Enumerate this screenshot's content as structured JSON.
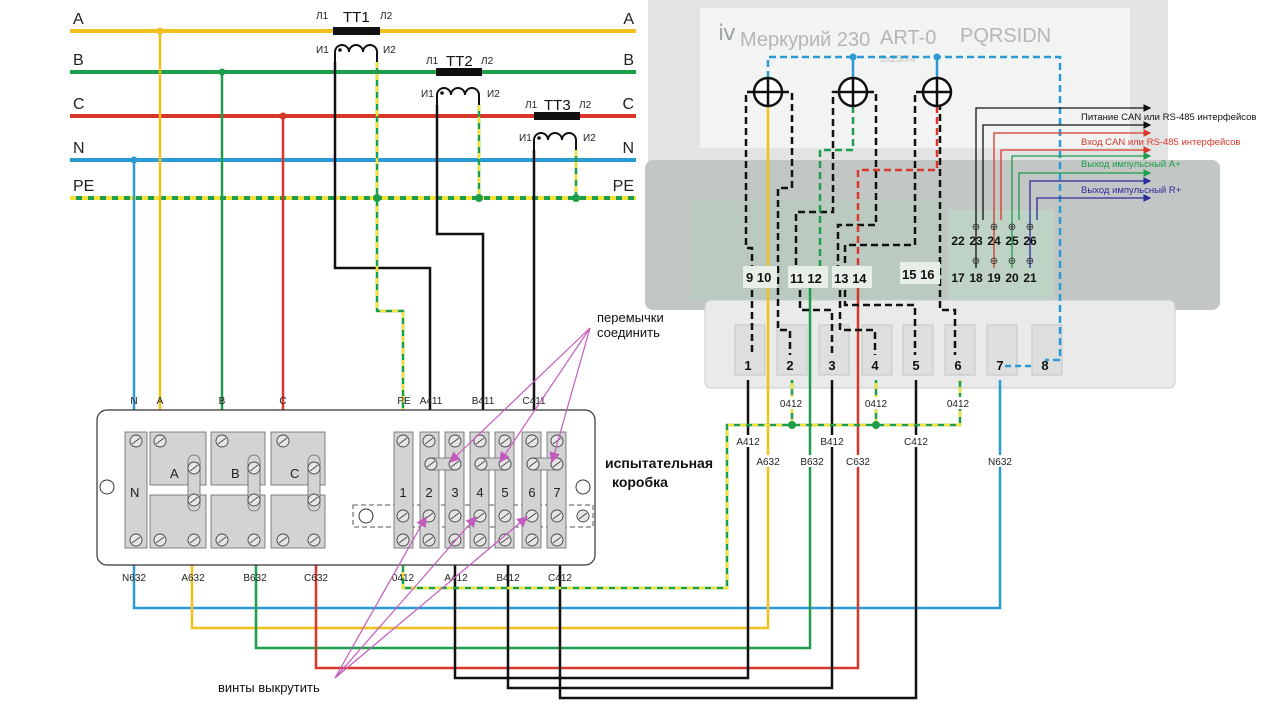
{
  "buses": {
    "left": [
      "A",
      "B",
      "C",
      "N",
      "PE"
    ],
    "right": [
      "A",
      "B",
      "C",
      "N",
      "PE"
    ]
  },
  "transformers": [
    {
      "name": "ТТ1",
      "l1": "Л1",
      "l2": "Л2",
      "i1": "И1",
      "i2": "И2"
    },
    {
      "name": "ТТ2",
      "l1": "Л1",
      "l2": "Л2",
      "i1": "И1",
      "i2": "И2"
    },
    {
      "name": "ТТ3",
      "l1": "Л1",
      "l2": "Л2",
      "i1": "И1",
      "i2": "И2"
    }
  ],
  "test_box": {
    "title_line1": "испытательная",
    "title_line2": "коробка",
    "top_labels": [
      "N",
      "A",
      "B",
      "C",
      "PE",
      "A411",
      "B411",
      "C411"
    ],
    "bottom_labels": [
      "N632",
      "A632",
      "B632",
      "C632",
      "0412",
      "A412",
      "B412",
      "C412"
    ],
    "phase_blocks": [
      "N",
      "A",
      "B",
      "C"
    ],
    "terminals": [
      "1",
      "2",
      "3",
      "4",
      "5",
      "6",
      "7"
    ]
  },
  "annotations": {
    "jumpers_line1": "перемычки",
    "jumpers_line2": "соединить",
    "screws": "винты выкрутить"
  },
  "meter": {
    "brand": "Меркурий 230",
    "model": "ART-0",
    "suffix": "PQRSIDN",
    "rating": "3x230/4",
    "bottom_terminals": [
      "1",
      "2",
      "3",
      "4",
      "5",
      "6",
      "7",
      "8"
    ],
    "aux_terminals": [
      "9 10",
      "11 12",
      "13 14",
      "15 16"
    ],
    "interface_top": [
      "22",
      "23",
      "24",
      "25",
      "26"
    ],
    "interface_bottom": [
      "17",
      "18",
      "19",
      "20",
      "21"
    ],
    "plus_sign": "⊕",
    "minus_sign": "⊖",
    "wire_labels": {
      "n0412_a": "0412",
      "n0412_b": "0412",
      "n0412_c": "0412",
      "a412": "A412",
      "b412": "B412",
      "c412": "C412",
      "a632": "A632",
      "b632": "B632",
      "c632": "C632",
      "n632": "N632"
    },
    "outputs": [
      {
        "label": "Питание CAN или RS-485 интерфейсов",
        "color": "#111111"
      },
      {
        "label": "Вход CAN или RS-485 интерфейсов",
        "color": "#d9372a"
      },
      {
        "label": "Выход импульсный A+",
        "color": "#1e9e4a"
      },
      {
        "label": "Выход импульсный R+",
        "color": "#2f2a9a"
      }
    ]
  },
  "colors": {
    "phase_a": "#f2c01e",
    "phase_b": "#1e9e4a",
    "phase_c": "#d9372a",
    "neutral": "#2a9ad2",
    "pe": "yellow-green dashed",
    "secondary": "#111111",
    "arrows": "#c45bbf"
  }
}
